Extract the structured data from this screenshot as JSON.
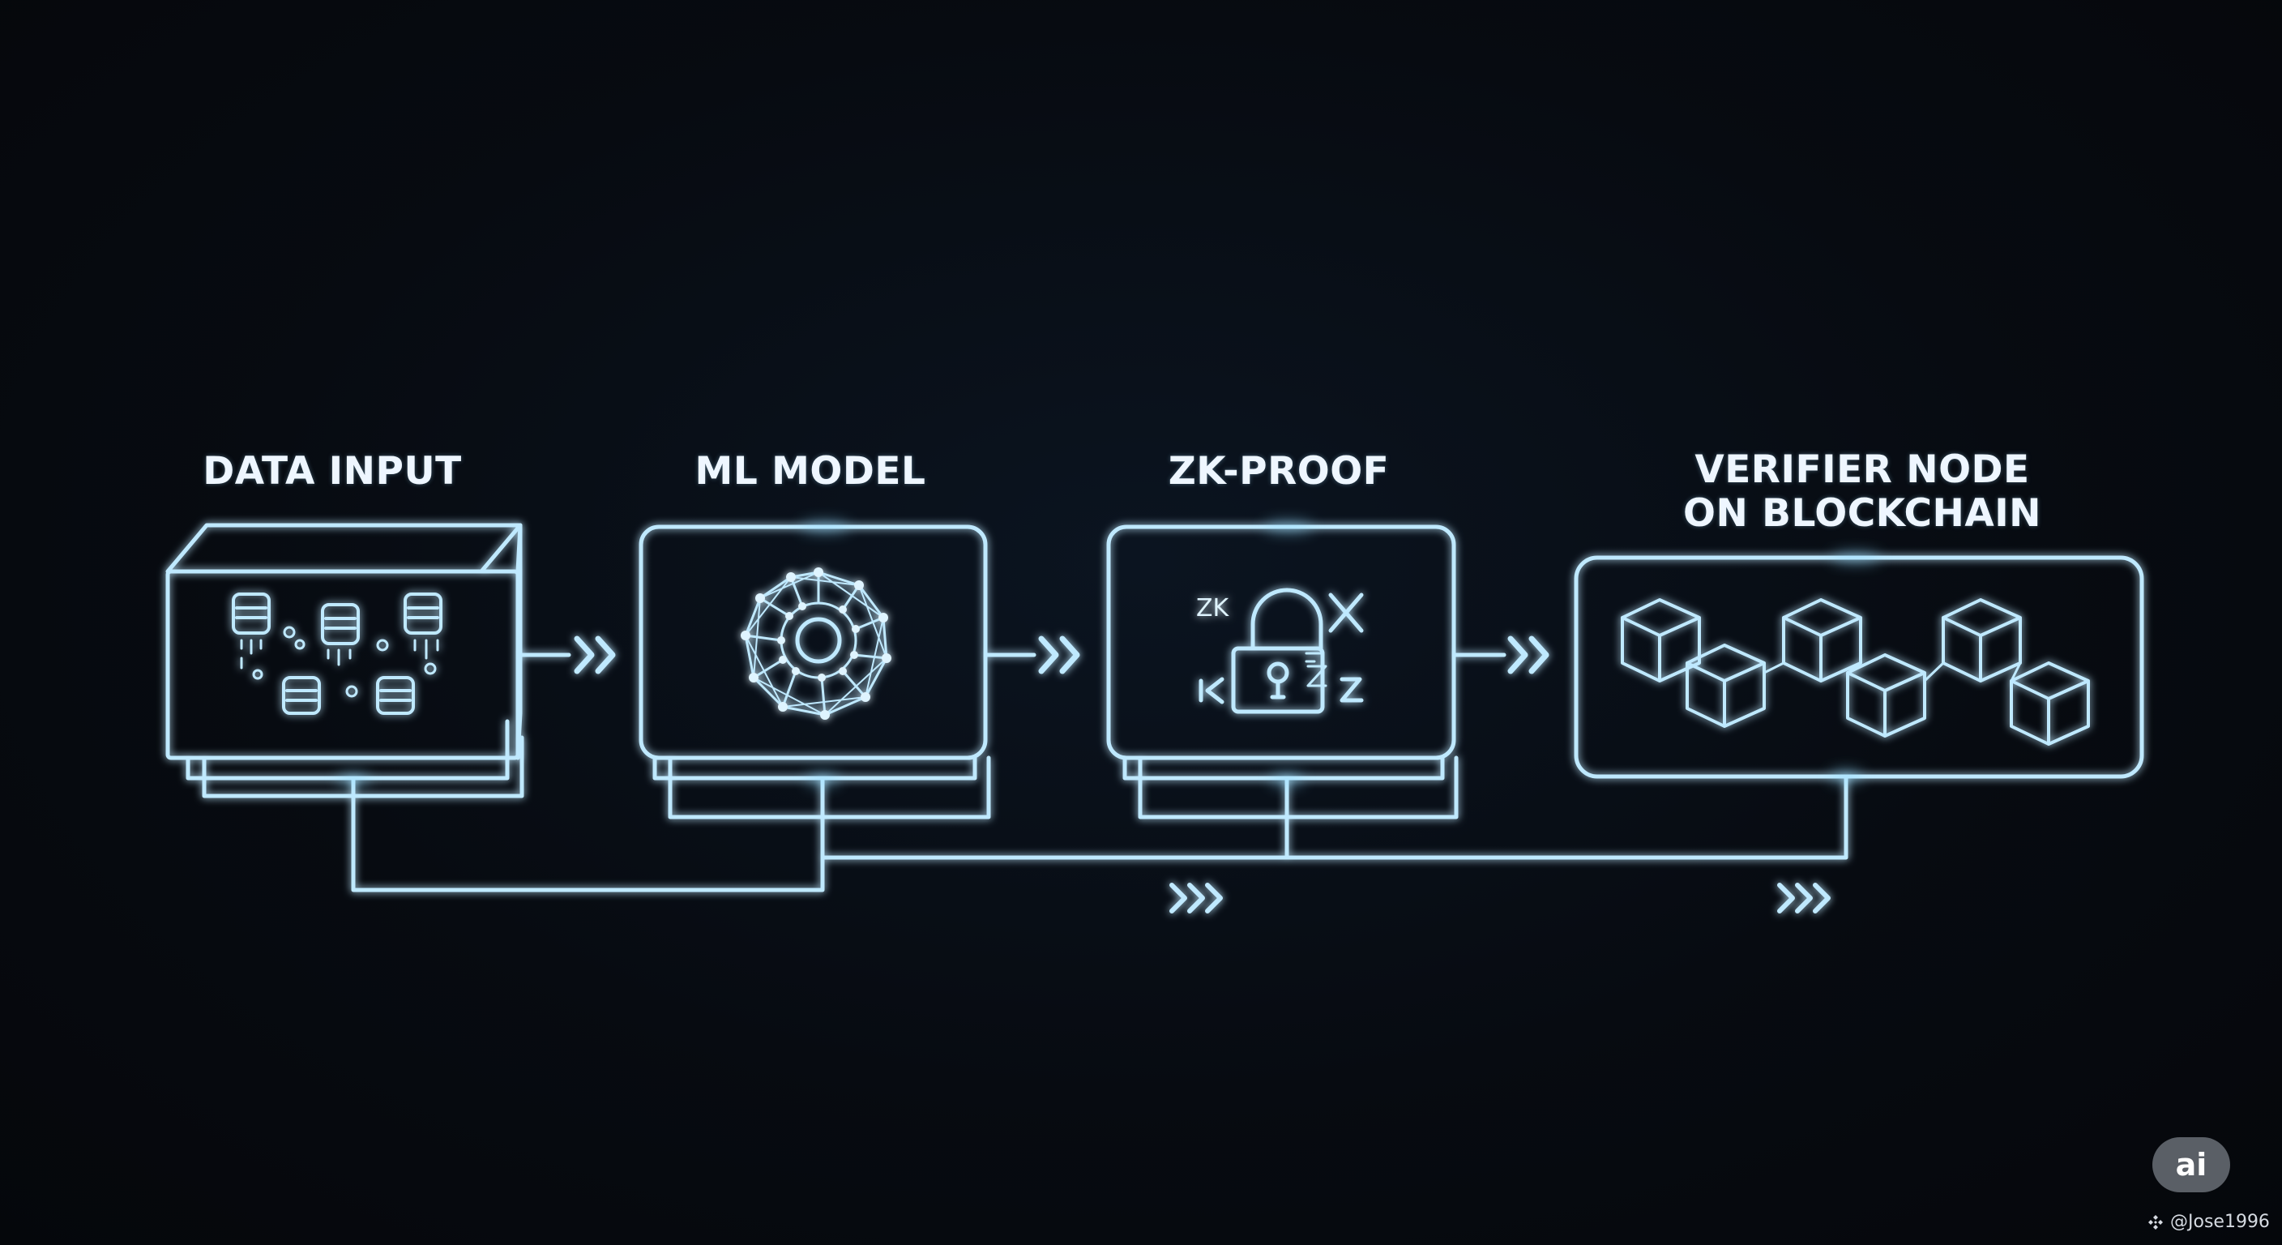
{
  "stages": [
    {
      "title_lines": [
        "DATA INPUT"
      ]
    },
    {
      "title_lines": [
        "ML MODEL"
      ]
    },
    {
      "title_lines": [
        "ZK-PROOF"
      ]
    },
    {
      "title_lines": [
        "VERIFIER NODE",
        "ON BLOCKCHAIN"
      ]
    }
  ],
  "icons": {
    "data_input": "database-cluster-icon",
    "ml_model": "neural-network-icon",
    "zk_proof": "padlock-icon",
    "verifier": "blockchain-cubes-icon",
    "connector": "chevron-arrows-icon"
  },
  "zk_glyphs": [
    "ZK",
    "Z"
  ],
  "badge": {
    "text": "ai"
  },
  "credit": {
    "text": "@Jose1996"
  },
  "colors": {
    "background": "#06090e",
    "line": "#bfe9ff",
    "glow": "#4fc3ff",
    "text": "#eef6ff"
  }
}
